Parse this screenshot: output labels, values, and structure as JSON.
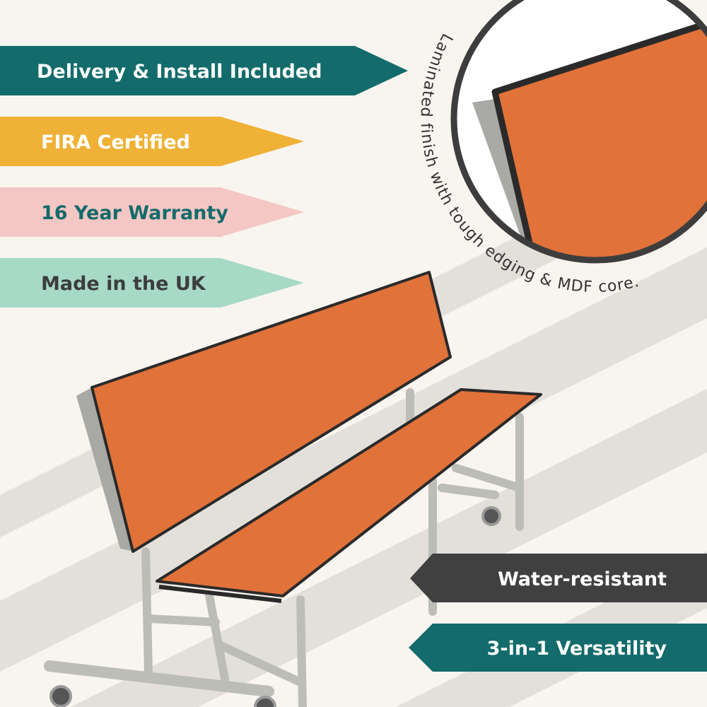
{
  "banners_left": [
    {
      "label": "Delivery & Install Included",
      "bg": "#136b6b",
      "fg": "#ffffff"
    },
    {
      "label": "FIRA Certified",
      "bg": "#efb236",
      "fg": "#ffffff"
    },
    {
      "label": "16 Year Warranty",
      "bg": "#f4c7c4",
      "fg": "#136b6b"
    },
    {
      "label": "Made in the UK",
      "bg": "#a7d9c7",
      "fg": "#3d3d3d"
    }
  ],
  "banners_right": [
    {
      "label": "Water-resistant",
      "bg": "#404040",
      "fg": "#ffffff"
    },
    {
      "label": "3-in-1 Versatility",
      "bg": "#136b6b",
      "fg": "#ffffff"
    }
  ],
  "detail_callout": {
    "caption": "Laminated finish with tough edging & MDF core."
  },
  "colors": {
    "background": "#f8f5f0",
    "stripe": "#e3e0db",
    "laminate": "#e0723a",
    "frame": "#bdbdb8",
    "edging": "#2a2a2a"
  }
}
